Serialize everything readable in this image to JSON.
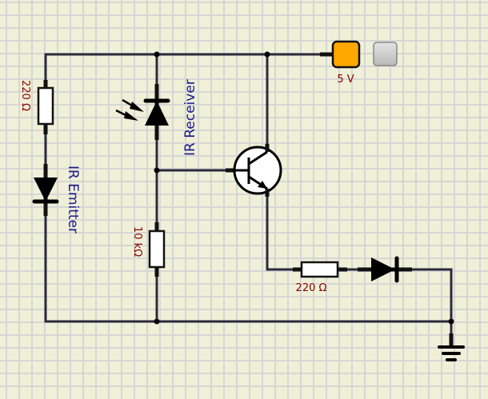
{
  "app": {
    "view": "circuit-schematic-editor"
  },
  "components": {
    "supply": {
      "label": "5 V",
      "color": "#ffa800",
      "state": "on"
    },
    "supply_toggle": {
      "color": "#c8c8c8"
    },
    "r_emitter": {
      "label": "220 Ω"
    },
    "ir_emitter": {
      "label": "IR Emitter"
    },
    "ir_receiver": {
      "label": "IR Receiver"
    },
    "r_pulldown": {
      "label": "10 kΩ"
    },
    "r_led": {
      "label": "220 Ω"
    },
    "led": {
      "label": ""
    },
    "transistor": {
      "type": "NPN"
    },
    "ground": {
      "label": ""
    }
  },
  "colors": {
    "background": "#f0f0d8",
    "grid": "#d6d6d6",
    "wire": "#2b2b3a",
    "value_text": "#8a0000",
    "name_text": "#1a1a8c"
  }
}
